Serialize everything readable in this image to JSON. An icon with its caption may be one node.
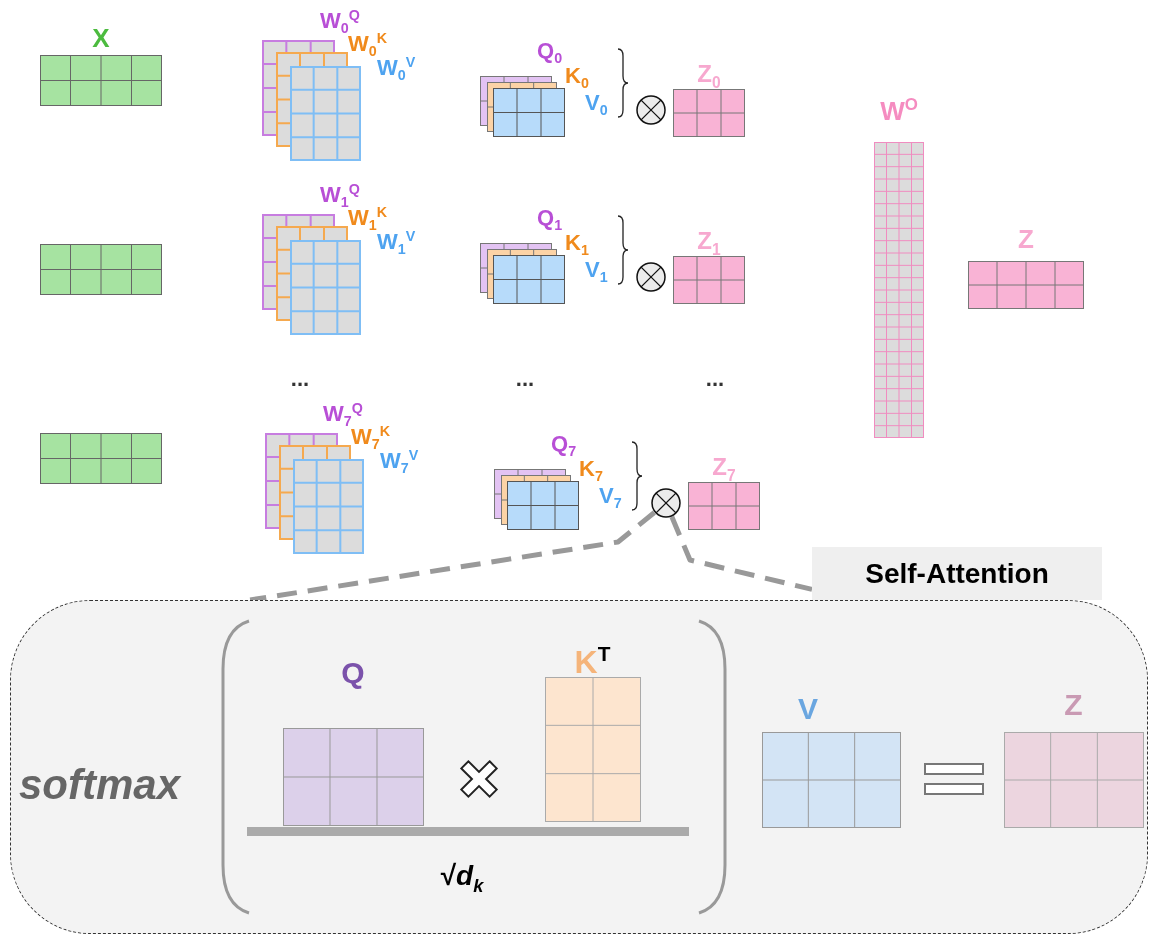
{
  "diagram": {
    "nodes": [
      {
        "text": [
          "X"
        ]
      },
      {
        "text": [
          "W$_{0}$$^{Q}$",
          "W$_{0}$$^{K}$",
          "W$_{0}$$^{V}$"
        ]
      },
      {
        "text": [
          "Q$_{0}$",
          "K$_{0}$",
          "V$_{0}$"
        ]
      },
      {
        "text": [],
        "shape": "circle"
      },
      {
        "text": [
          "Z$_{0}$"
        ]
      },
      {
        "text": [
          "W$^{O}$"
        ]
      },
      {
        "text": [],
        "shape": "box"
      },
      {
        "text": [
          "W$_{1}$$^{Q}$",
          "W$_{1}$$^{K}$",
          "W$_{1}$$^{V}$"
        ]
      },
      {
        "text": [
          "Q$_{1}$",
          "K$_{1}$",
          "V$_{1}$"
        ]
      },
      {
        "text": [],
        "shape": "circle"
      },
      {
        "text": [
          "Z$_{1}$"
        ]
      },
      {
        "text": [
          "Z"
        ]
      },
      {
        "text": [],
        "shape": "box"
      },
      {
        "text": [
          "W$_{7}$$^{Q}$",
          "W$_{7}$$^{K}$",
          "W$_{7}$$^{V}$"
        ]
      },
      {
        "text": [
          "Q$_{7}$",
          "K$_{7}$",
          "V$_{7}$"
        ]
      },
      {
        "text": [],
        "shape": "circle"
      },
      {
        "text": [
          "Z$_{7}$"
        ]
      },
      {
        "text": [
          "Self-Attention"
        ]
      },
      {
        "text": [
          "softmax"
        ]
      },
      {
        "text": [
          "Q"
        ],
        "in": 18
      },
      {
        "text": [
          "K$^{T}$"
        ],
        "in": 18
      },
      {
        "text": [
          "V"
        ],
        "in": 18
      },
      {
        "text": [
          "Z"
        ],
        "in": 18
      }
    ],
    "edges": [
      {
        "from": 15,
        "to": 18,
        "arrow": "none",
        "style": "dashed"
      },
      {
        "from": 15,
        "to": 17,
        "arrow": "none",
        "style": "dashed"
      }
    ],
    "labels": [
      "...",
      "...",
      "...",
      "√*d*$_{k}$"
    ]
  }
}
